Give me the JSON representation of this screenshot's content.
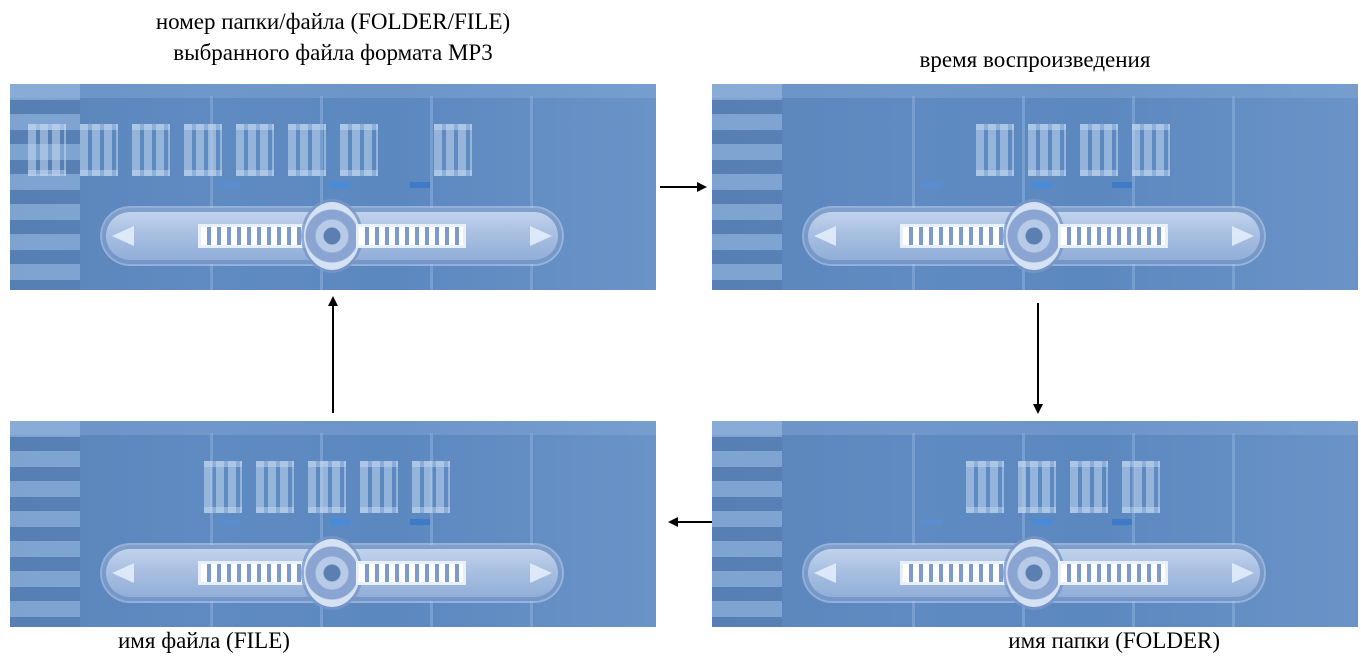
{
  "captions": {
    "top_left_line1": "номер папки/файла (FOLDER/FILE)",
    "top_left_line2": "выбранного файла формата MP3",
    "top_right": "время воспроизведения",
    "bottom_right": "имя папки (FOLDER)",
    "bottom_left": "имя файла (FILE)"
  },
  "panels": [
    {
      "id": "panel-tl",
      "content": "display-screenshot"
    },
    {
      "id": "panel-tr",
      "content": "display-screenshot"
    },
    {
      "id": "panel-br",
      "content": "display-screenshot"
    },
    {
      "id": "panel-bl",
      "content": "display-screenshot"
    }
  ],
  "flow": [
    "top-left",
    "top-right",
    "bottom-right",
    "bottom-left",
    "top-left"
  ],
  "colors": {
    "panel_blue": "#5c88c0",
    "arrow": "#000000"
  }
}
